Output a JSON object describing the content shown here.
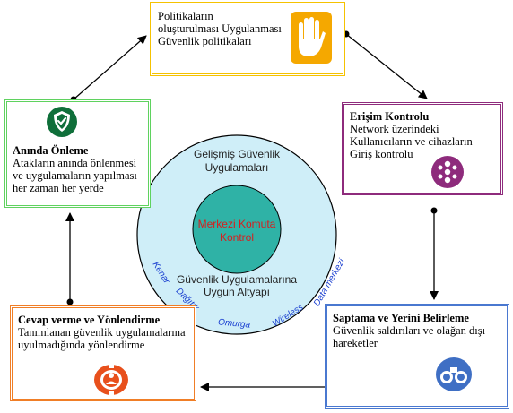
{
  "top_box": {
    "lines": [
      "Politikaların",
      "oluşturulması Uygulanması",
      "Güvenlik politikaları"
    ]
  },
  "left_box": {
    "title": "Anında Önleme",
    "lines": [
      "Atakların anında önlenmesi",
      "ve uygulamaların yapılması",
      "her zaman her yerde"
    ]
  },
  "right_box": {
    "title": "Erişim Kontrolu",
    "lines": [
      "Network üzerindeki",
      "Kullanıcıların ve cihazların",
      "Giriş kontrolu"
    ]
  },
  "bottom_left_box": {
    "title": "Cevap verme ve Yönlendirme",
    "lines": [
      "Tanımlanan güvenlik uygulamalarına",
      "uyulmadığında yönlendirme"
    ]
  },
  "bottom_right_box": {
    "title": "Saptama ve Yerini Belirleme",
    "lines": [
      "Güvenlik saldırıları ve olağan dışı",
      "hareketler"
    ]
  },
  "circle": {
    "outer_top": [
      "Gelişmiş Güvenlik",
      "Uygulamaları"
    ],
    "inner": [
      "Merkezi Komuta",
      "Kontrol"
    ],
    "outer_bottom": [
      "Güvenlik Uygulamalarına",
      "Uygun Altyapı"
    ],
    "ring_labels": [
      "Kenar",
      "Dağıtık",
      "Omurga",
      "Wireless",
      "Data merkezi"
    ]
  },
  "colors": {
    "top": "#f5c200",
    "left": "#5fd25f",
    "right": "#8e2b7c",
    "bottom_left": "#f07e26",
    "bottom_right": "#4a78d0",
    "outer_circle": "#cfeef8",
    "inner_circle": "#2fb2a6",
    "inner_text": "#d81e1e",
    "ring_text": "#1a3fd0"
  },
  "icons": {
    "top": "hand-stop-icon",
    "left": "shield-check-icon",
    "right": "traffic-light-icon",
    "bottom_left": "target-person-icon",
    "bottom_right": "binoculars-icon"
  }
}
